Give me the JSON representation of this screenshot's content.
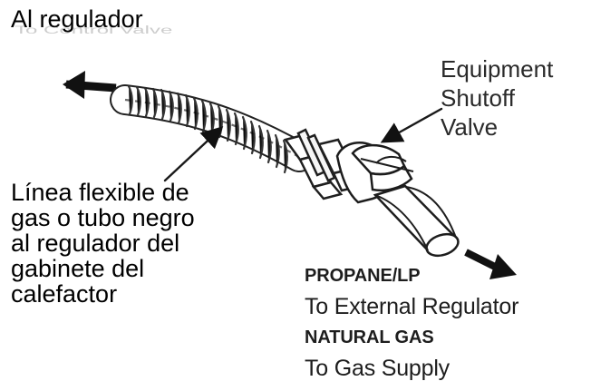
{
  "labels": {
    "top": "Al regulador",
    "ghost_top": "To Control Valve",
    "valve": [
      "Equipment",
      "Shutoff",
      "Valve"
    ],
    "spanish": [
      "Línea flexible de",
      "gas o tubo negro",
      "al regulador del",
      "gabinete del",
      "calefactor"
    ],
    "propane": "PROPANE/LP",
    "propane_sub": "To External Regulator",
    "natural": "NATURAL GAS",
    "natural_sub": "To Gas Supply"
  },
  "colors": {
    "ink": "#111111",
    "line": "#222222"
  }
}
